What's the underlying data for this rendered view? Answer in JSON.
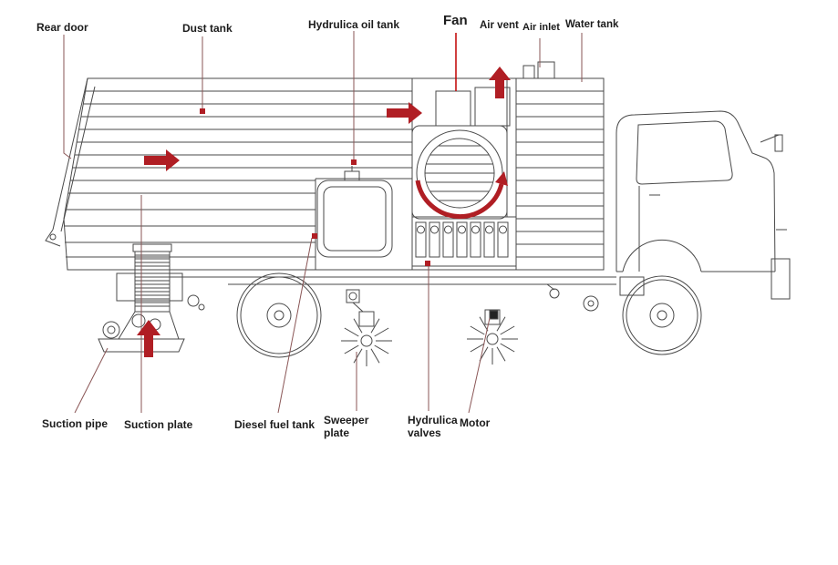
{
  "diagram": {
    "subject": "road sweeper truck labeled technical illustration",
    "labels": {
      "rear_door": "Rear door",
      "dust_tank": "Dust tank",
      "hydrulica_oil_tank": "Hydrulica oil tank",
      "fan": "Fan",
      "air_vent": "Air vent",
      "air_inlet": "Air inlet",
      "water_tank": "Water tank",
      "suction_pipe": "Suction pipe",
      "suction_plate": "Suction plate",
      "diesel_fuel_tank": "Diesel fuel tank",
      "sweeper_plate": "Sweeper plate",
      "hydrulica_valves": "Hydrulica valves",
      "motor": "Motor"
    },
    "colors": {
      "accent_red": "#b01e24",
      "drawing_line": "#4a4a4a",
      "leader_line": "#8a5656",
      "label_text": "#1c1c1c",
      "background": "#ffffff"
    }
  }
}
